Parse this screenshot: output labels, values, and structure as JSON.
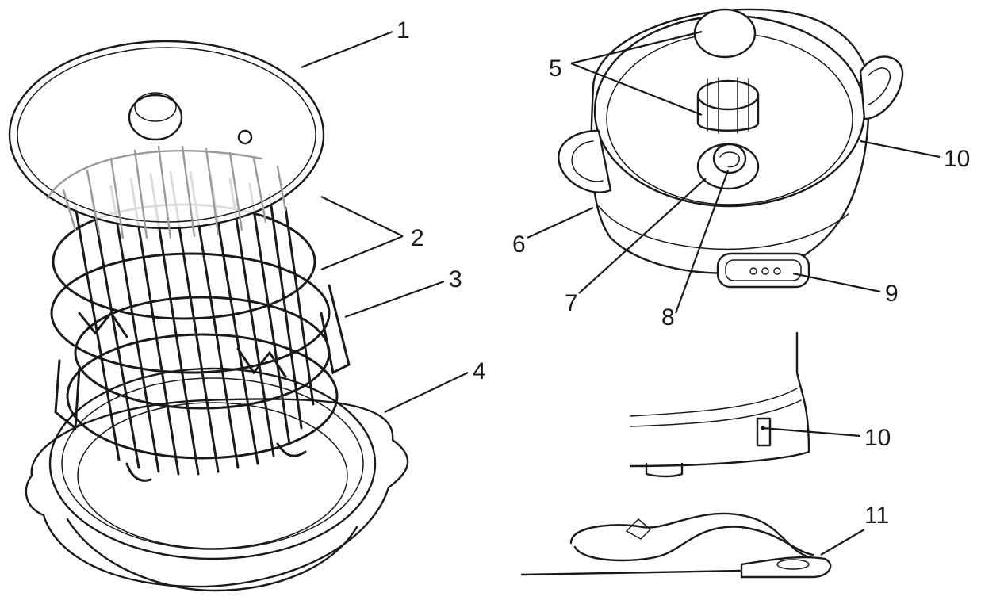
{
  "callouts": {
    "n1": "1",
    "n2": "2",
    "n3": "3",
    "n4": "4",
    "n5": "5",
    "n6": "6",
    "n7": "7",
    "n8": "8",
    "n9": "9",
    "n10_top": "10",
    "n10_bottom": "10",
    "n11": "11"
  },
  "colors": {
    "ink": "#1a1a1a",
    "background": "#ffffff"
  }
}
